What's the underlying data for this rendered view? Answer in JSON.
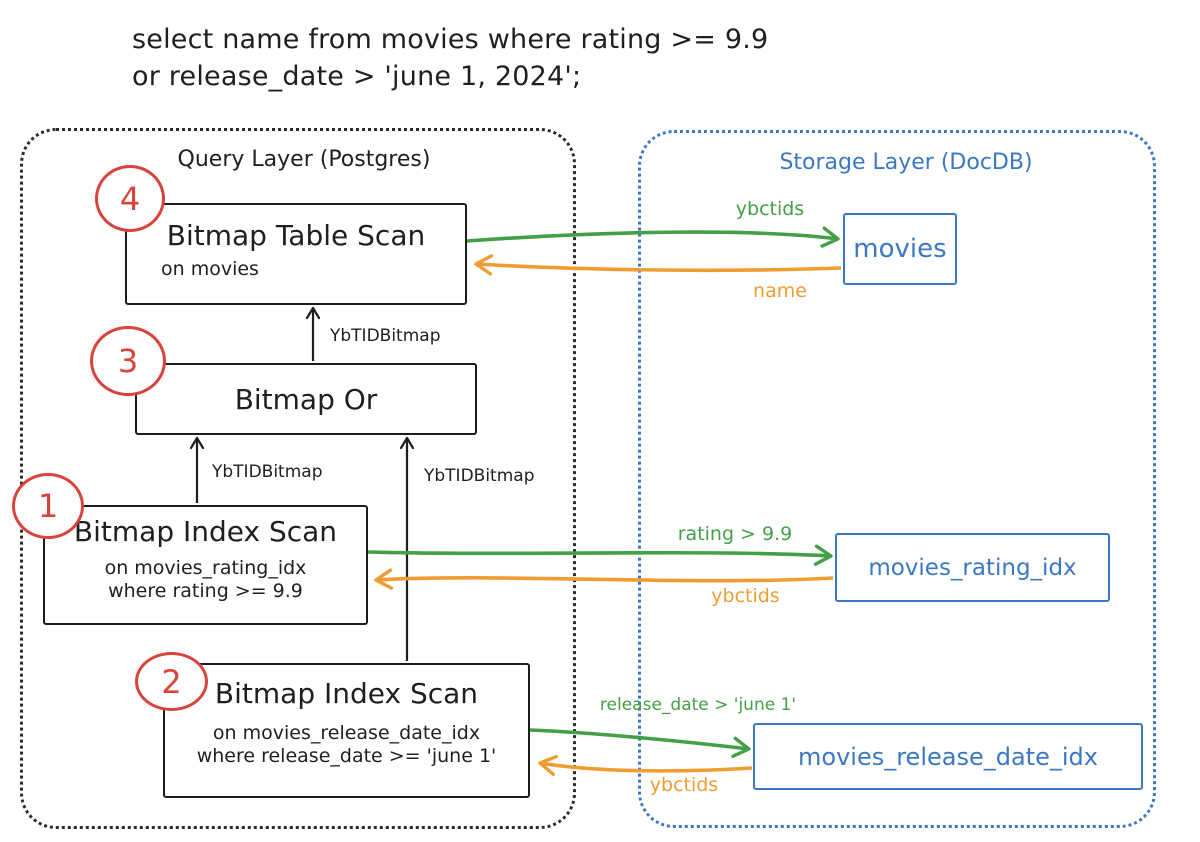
{
  "sql": {
    "line1": "select name from movies where rating >= 9.9",
    "line2": "or release_date > 'june 1, 2024';"
  },
  "layers": {
    "query": {
      "title": "Query Layer (Postgres)"
    },
    "storage": {
      "title": "Storage Layer (DocDB)"
    }
  },
  "plan_nodes": {
    "table_scan": {
      "badge": "4",
      "title": "Bitmap Table Scan",
      "detail": "on movies"
    },
    "bitmap_or": {
      "badge": "3",
      "title": "Bitmap Or"
    },
    "index_scan_rating": {
      "badge": "1",
      "title": "Bitmap Index Scan",
      "detail1": "on movies_rating_idx",
      "detail2": "where rating >= 9.9"
    },
    "index_scan_release": {
      "badge": "2",
      "title": "Bitmap Index Scan",
      "detail1": "on movies_release_date_idx",
      "detail2": "where release_date >= 'june 1'"
    }
  },
  "storage_nodes": {
    "movies": {
      "label": "movies"
    },
    "rating_idx": {
      "label": "movies_rating_idx"
    },
    "release_idx": {
      "label": "movies_release_date_idx"
    }
  },
  "edge_labels": {
    "or_to_tablescan": "YbTIDBitmap",
    "rating_to_or": "YbTIDBitmap",
    "release_to_or": "YbTIDBitmap",
    "tablescan_request": "ybctids",
    "tablescan_return": "name",
    "rating_request": "rating > 9.9",
    "rating_return": "ybctids",
    "release_request": "release_date > 'june 1'",
    "release_return": "ybctids"
  },
  "colors": {
    "ink": "#1f1f1f",
    "green": "#43a047",
    "orange": "#ef9d32",
    "blue": "#3b78c2",
    "red": "#d8443c"
  }
}
